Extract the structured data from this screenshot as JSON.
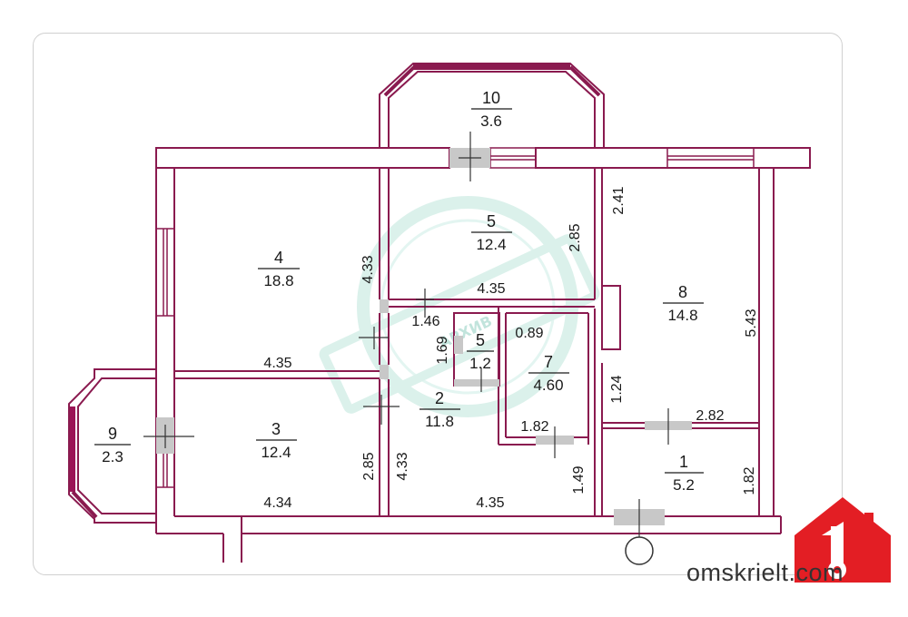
{
  "rooms": [
    {
      "id": "r10",
      "number": "10",
      "area": "3.6"
    },
    {
      "id": "r5a",
      "number": "5",
      "area": "12.4"
    },
    {
      "id": "r4",
      "number": "4",
      "area": "18.8"
    },
    {
      "id": "r8",
      "number": "8",
      "area": "14.8"
    },
    {
      "id": "r5b",
      "number": "5",
      "area": "1.2"
    },
    {
      "id": "r7",
      "number": "7",
      "area": "4.60"
    },
    {
      "id": "r2",
      "number": "2",
      "area": "11.8"
    },
    {
      "id": "r3",
      "number": "3",
      "area": "12.4"
    },
    {
      "id": "r9",
      "number": "9",
      "area": "2.3"
    },
    {
      "id": "r1",
      "number": "1",
      "area": "5.2"
    }
  ],
  "dimensions": {
    "d241": "2.41",
    "d285a": "2.85",
    "d433a": "4.33",
    "d435a": "4.35",
    "d146": "1.46",
    "d089": "0.89",
    "d169": "1.69",
    "d543": "5.43",
    "d435b": "4.35",
    "d124": "1.24",
    "d282": "2.82",
    "d182a": "1.82",
    "d285b": "2.85",
    "d433b": "4.33",
    "d149": "1.49",
    "d182b": "1.82",
    "d434": "4.34",
    "d435c": "4.35"
  },
  "watermark": {
    "stamp_text": "АРХИВ",
    "color": "#bfe6dc"
  },
  "branding": {
    "site": "omskrielt.com",
    "logo_digit": "1",
    "logo_color": "#e31e24"
  },
  "colors": {
    "wall": "#8a1a4f",
    "window": "#8a1a4f",
    "bay_window": "#9b1456"
  }
}
